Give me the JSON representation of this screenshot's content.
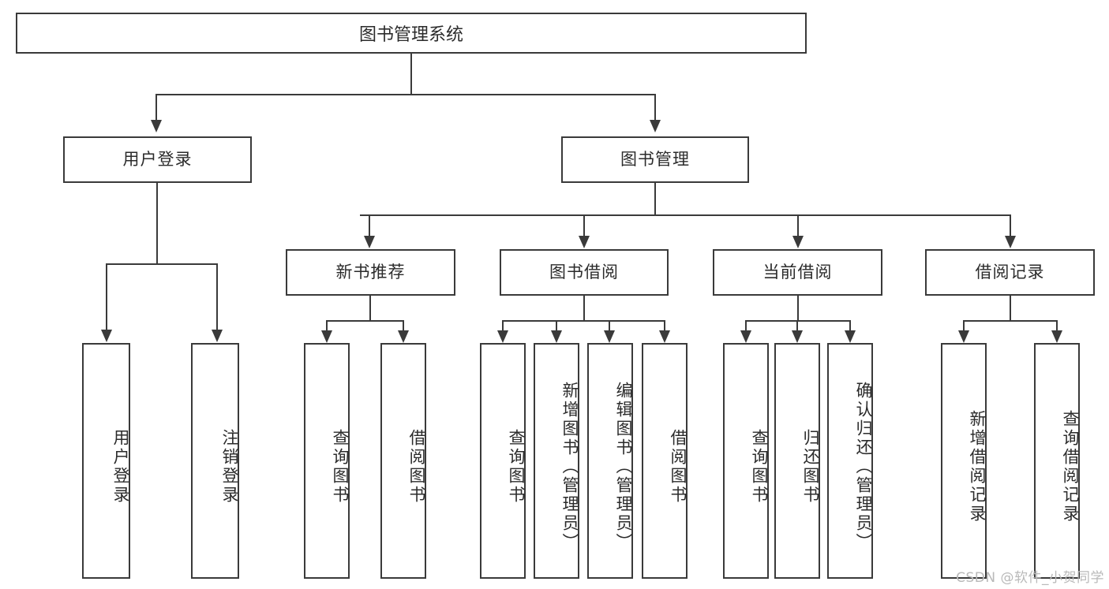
{
  "diagram": {
    "type": "tree-hierarchy-diagram",
    "title": "图书管理系统",
    "watermark": "CSDN @软件_小贺同学",
    "colors": {
      "box_border": "#3a3a3a",
      "box_fill": "#ffffff",
      "text": "#2b2b2b",
      "connector": "#3a3a3a",
      "watermark": "#b9b9b9",
      "background": "#ffffff"
    },
    "root": {
      "label": "图书管理系统"
    },
    "level2": [
      {
        "id": "user-login",
        "label": "用户登录"
      },
      {
        "id": "book-management",
        "label": "图书管理"
      }
    ],
    "level3": [
      {
        "id": "new-book-recommend",
        "label": "新书推荐",
        "parent": "book-management"
      },
      {
        "id": "book-borrow",
        "label": "图书借阅",
        "parent": "book-management"
      },
      {
        "id": "current-borrow",
        "label": "当前借阅",
        "parent": "book-management"
      },
      {
        "id": "borrow-record",
        "label": "借阅记录",
        "parent": "book-management"
      }
    ],
    "leaves": {
      "user_login": [
        {
          "id": "leaf-user-login",
          "label": "用户登录"
        },
        {
          "id": "leaf-user-logout",
          "label": "注销登录"
        }
      ],
      "new_book_recommend": [
        {
          "id": "leaf-query-book-1",
          "label": "查询图书"
        },
        {
          "id": "leaf-borrow-book-1",
          "label": "借阅图书"
        }
      ],
      "book_borrow": [
        {
          "id": "leaf-query-book-2",
          "label": "查询图书"
        },
        {
          "id": "leaf-add-book",
          "label": "新增图书（管理员）"
        },
        {
          "id": "leaf-edit-book",
          "label": "编辑图书（管理员）"
        },
        {
          "id": "leaf-borrow-book-2",
          "label": "借阅图书"
        }
      ],
      "current_borrow": [
        {
          "id": "leaf-query-book-3",
          "label": "查询图书"
        },
        {
          "id": "leaf-return-book",
          "label": "归还图书"
        },
        {
          "id": "leaf-confirm-return",
          "label": "确认归还（管理员）"
        }
      ],
      "borrow_record": [
        {
          "id": "leaf-add-record",
          "label": "新增借阅记录"
        },
        {
          "id": "leaf-query-record",
          "label": "查询借阅记录"
        }
      ]
    }
  }
}
